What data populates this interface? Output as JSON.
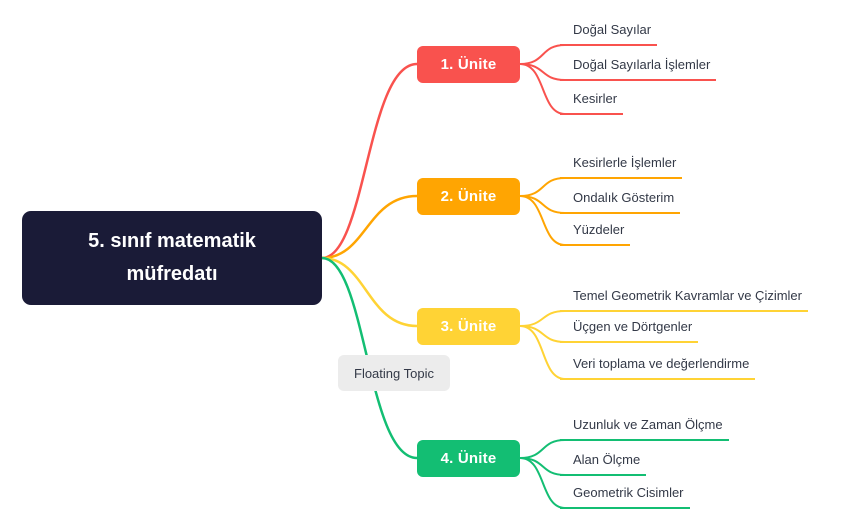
{
  "root": {
    "label": "5. sınıf matematik müfredatı"
  },
  "floating_topic": {
    "label": "Floating Topic"
  },
  "branches": [
    {
      "label": "1. Ünite",
      "color": "#F9524E",
      "children": [
        "Doğal Sayılar",
        "Doğal Sayılarla İşlemler",
        "Kesirler"
      ]
    },
    {
      "label": "2. Ünite",
      "color": "#FFA502",
      "children": [
        "Kesirlerle İşlemler",
        "Ondalık Gösterim",
        "Yüzdeler"
      ]
    },
    {
      "label": "3. Ünite",
      "color": "#FFD335",
      "children": [
        "Temel Geometrik Kavramlar ve Çizimler",
        "Üçgen ve Dörtgenler",
        "Veri toplama ve değerlendirme"
      ]
    },
    {
      "label": "4. Ünite",
      "color": "#13BE73",
      "children": [
        "Uzunluk ve Zaman Ölçme",
        "Alan Ölçme",
        "Geometrik Cisimler"
      ]
    }
  ],
  "colors": {
    "canvas_bg": "#FFFFFF",
    "root_bg": "#1A1B37",
    "root_text": "#FFFFFF",
    "unit_text": "#FFFFFF",
    "leaf_text": "#333947",
    "floating_bg": "#ECECEC",
    "floating_text": "#333947"
  }
}
